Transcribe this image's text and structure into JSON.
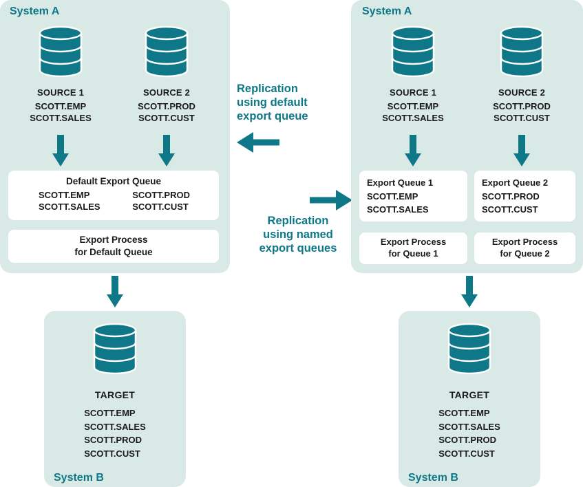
{
  "colors": {
    "teal": "#0e7788",
    "panel_bg": "#d8e9e6",
    "text": "#1a1a1a",
    "box_bg": "#ffffff"
  },
  "left": {
    "system_a": {
      "title": "System A",
      "source1": {
        "label": "SOURCE 1",
        "tables": [
          "SCOTT.EMP",
          "SCOTT.SALES"
        ]
      },
      "source2": {
        "label": "SOURCE 2",
        "tables": [
          "SCOTT.PROD",
          "SCOTT.CUST"
        ]
      },
      "queue": {
        "title": "Default Export Queue",
        "col1": [
          "SCOTT.EMP",
          "SCOTT.SALES"
        ],
        "col2": [
          "SCOTT.PROD",
          "SCOTT.CUST"
        ]
      },
      "process": [
        "Export Process",
        "for Default Queue"
      ]
    },
    "system_b": {
      "title": "System B",
      "target_label": "TARGET",
      "tables": [
        "SCOTT.EMP",
        "SCOTT.SALES",
        "SCOTT.PROD",
        "SCOTT.CUST"
      ]
    }
  },
  "middle": {
    "default_caption": [
      "Replication",
      "using default",
      "export queue"
    ],
    "named_caption": [
      "Replication",
      "using named",
      "export queues"
    ]
  },
  "right": {
    "system_a": {
      "title": "System A",
      "source1": {
        "label": "SOURCE 1",
        "tables": [
          "SCOTT.EMP",
          "SCOTT.SALES"
        ]
      },
      "source2": {
        "label": "SOURCE 2",
        "tables": [
          "SCOTT.PROD",
          "SCOTT.CUST"
        ]
      },
      "queue1": [
        "Export Queue 1",
        "SCOTT.EMP",
        "SCOTT.SALES"
      ],
      "queue2": [
        "Export Queue 2",
        "SCOTT.PROD",
        "SCOTT.CUST"
      ],
      "process1": [
        "Export Process",
        "for Queue 1"
      ],
      "process2": [
        "Export Process",
        "for Queue 2"
      ]
    },
    "system_b": {
      "title": "System B",
      "target_label": "TARGET",
      "tables": [
        "SCOTT.EMP",
        "SCOTT.SALES",
        "SCOTT.PROD",
        "SCOTT.CUST"
      ]
    }
  }
}
